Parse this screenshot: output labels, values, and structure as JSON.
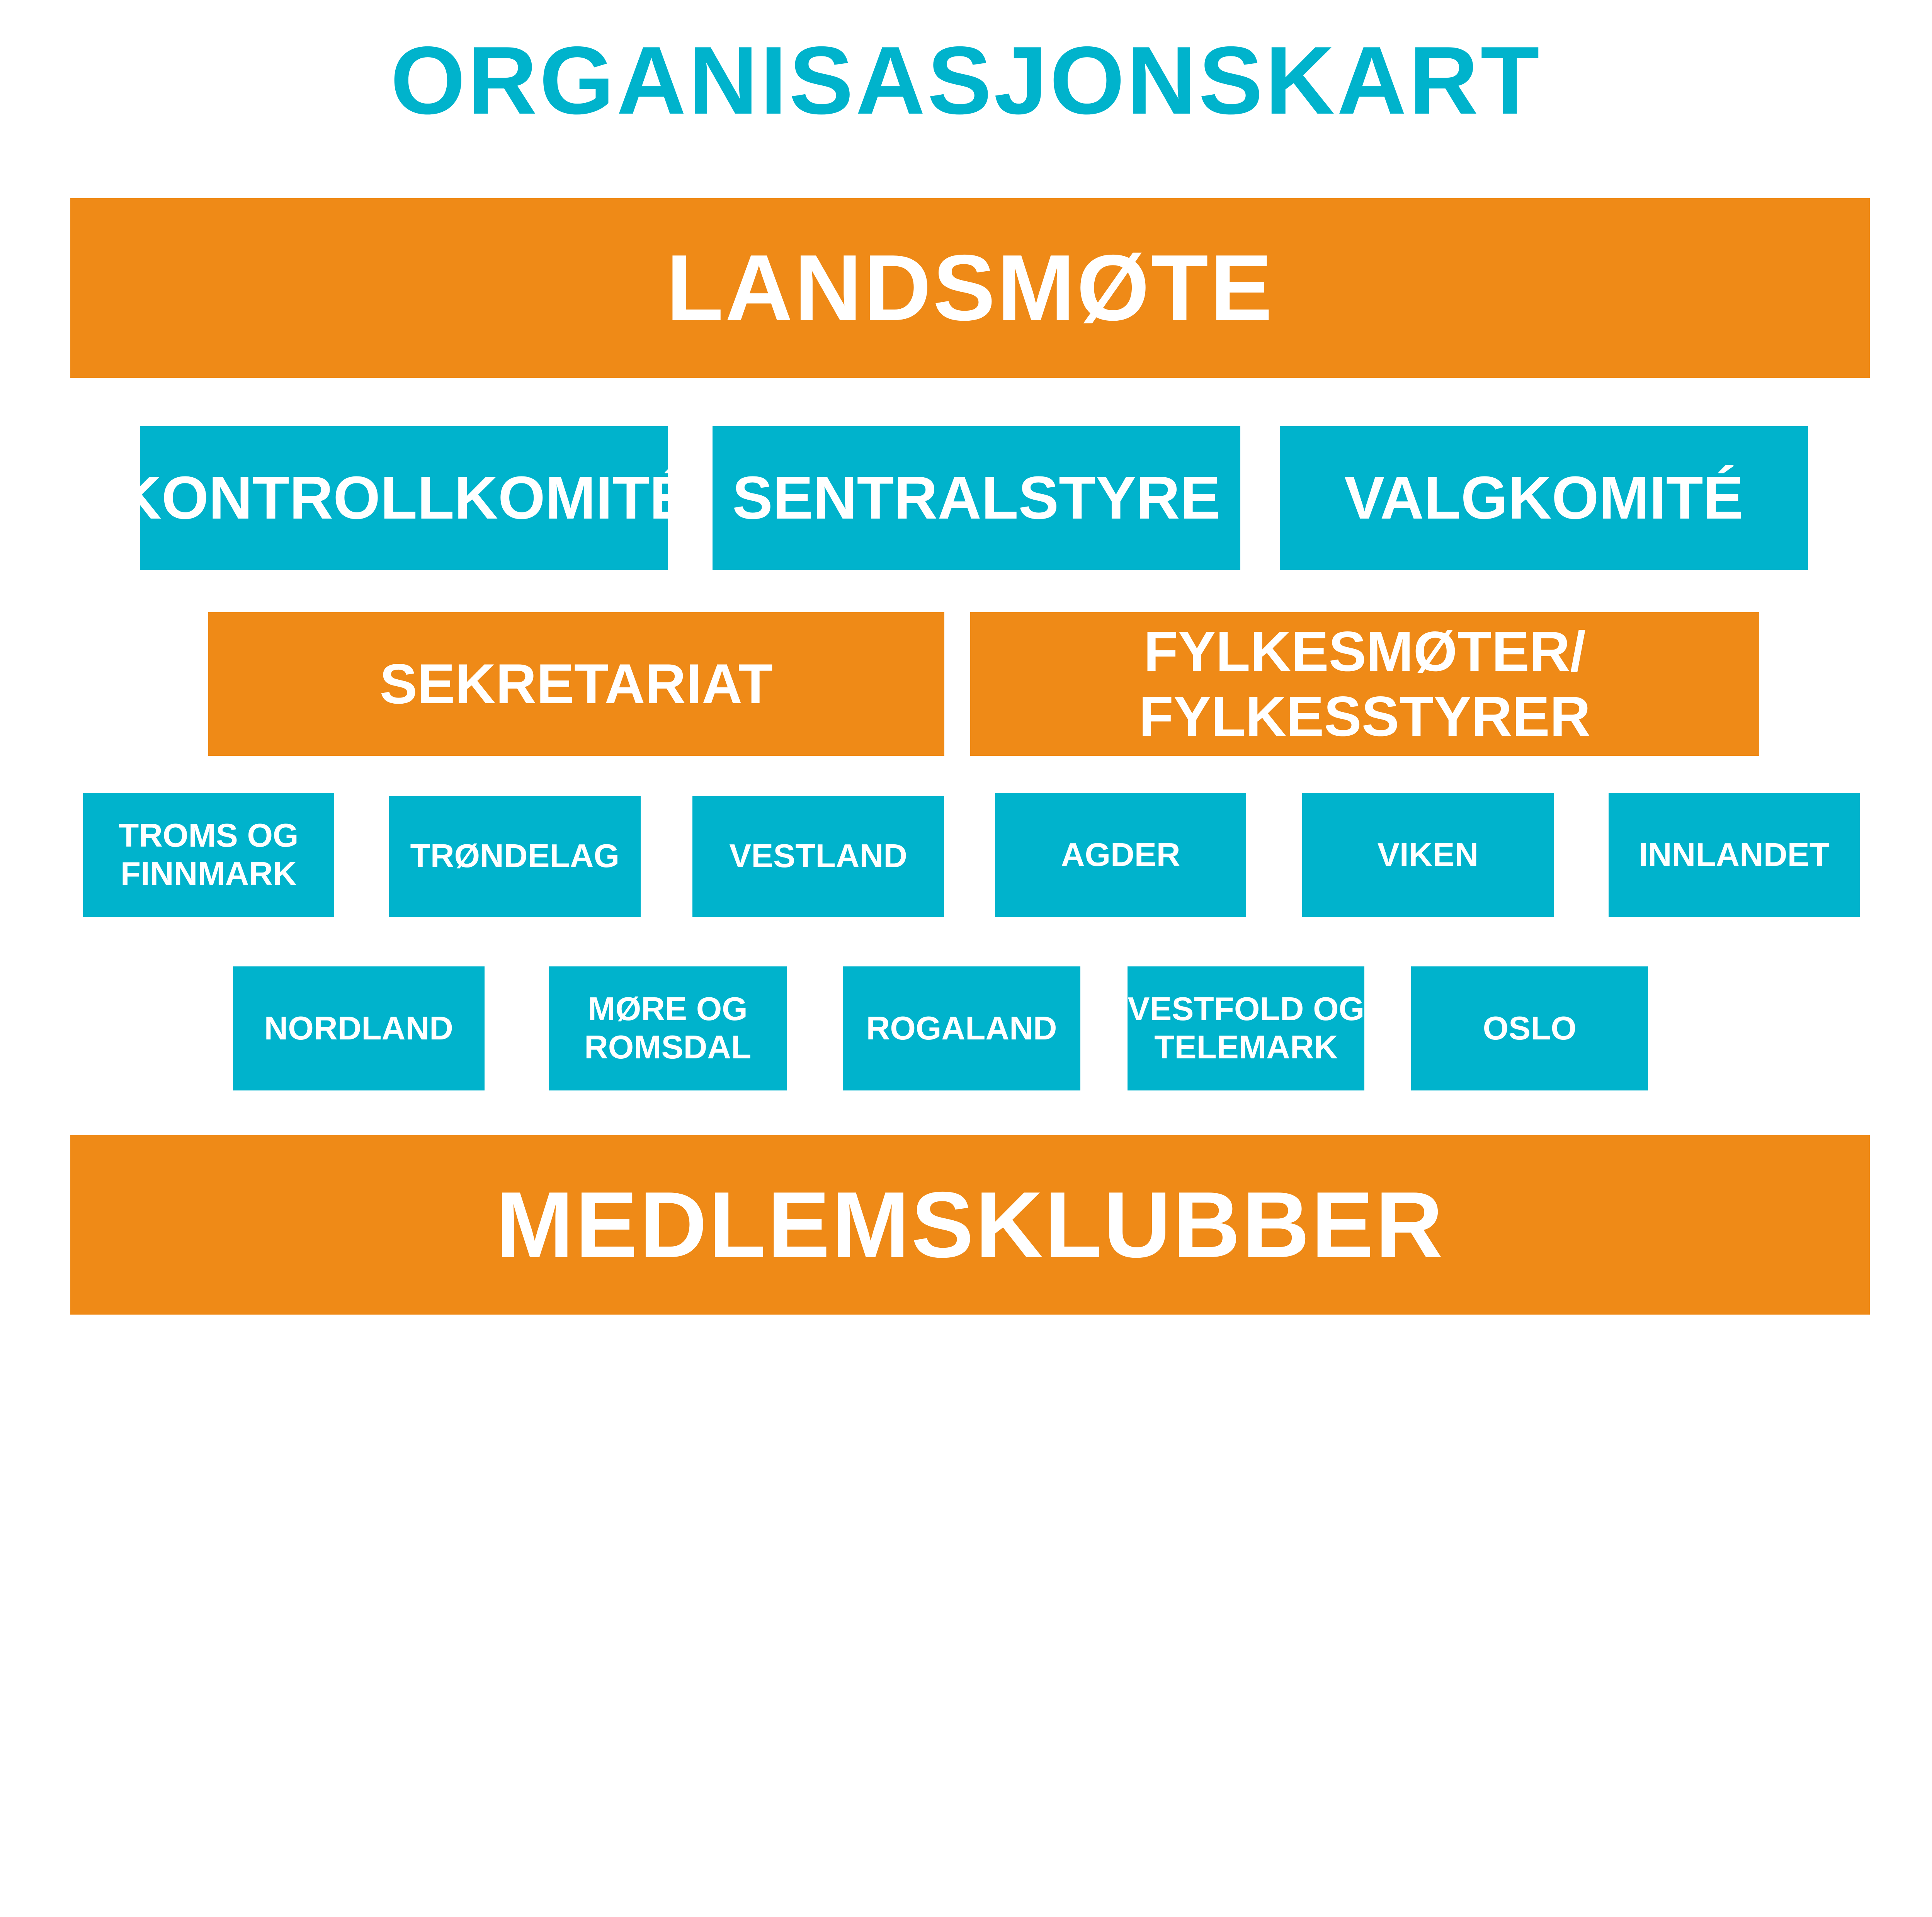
{
  "title": "ORGANISASJONSKART",
  "colors": {
    "orange": "#EF8A17",
    "cyan": "#00B3CC"
  },
  "top": "LANDSMØTE",
  "committees": [
    "KONTROLLKOMITÉ",
    "SENTRALSTYRE",
    "VALGKOMITÉ"
  ],
  "secretariat": "SEKRETARIAT",
  "county_meetings": "FYLKESMØTER/\nFYLKESSTYRER",
  "counties_row1": [
    "TROMS OG\nFINNMARK",
    "TRØNDELAG",
    "VESTLAND",
    "AGDER",
    "VIKEN",
    "INNLANDET"
  ],
  "counties_row2": [
    "NORDLAND",
    "MØRE OG\nROMSDAL",
    "ROGALAND",
    "VESTFOLD OG\nTELEMARK",
    "OSLO"
  ],
  "bottom": "MEDLEMSKLUBBER"
}
